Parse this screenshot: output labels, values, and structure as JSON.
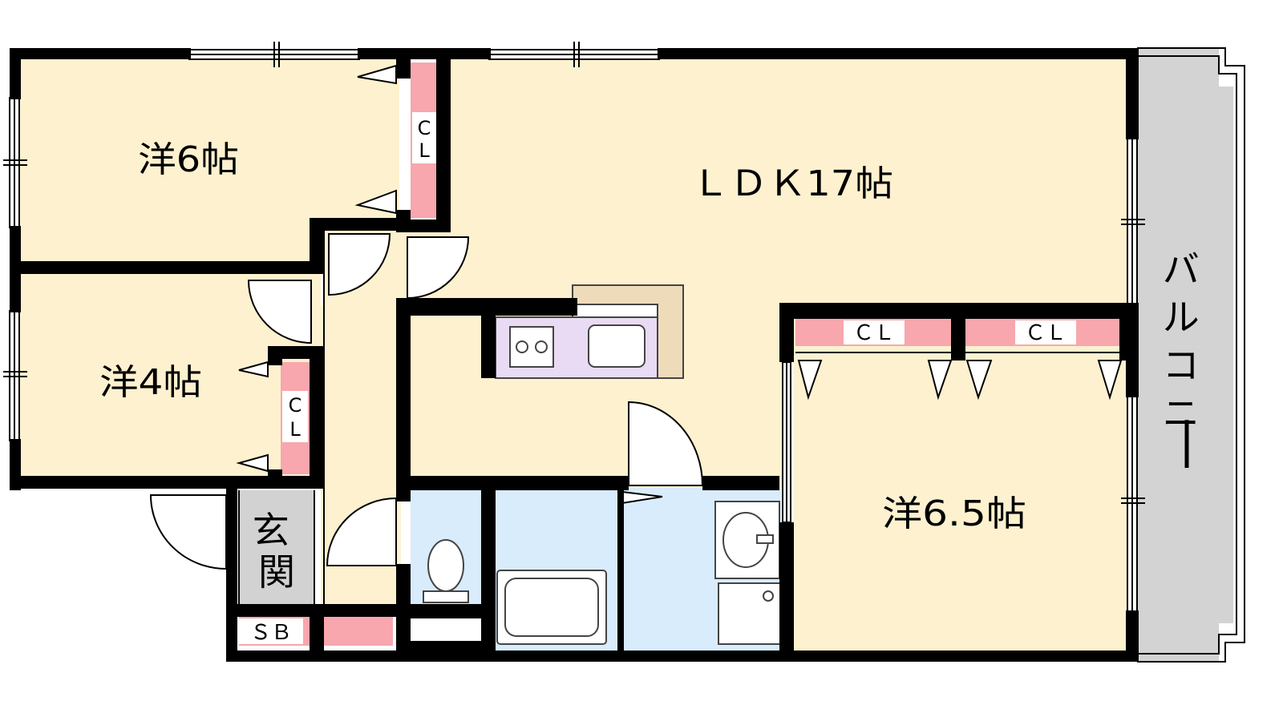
{
  "floorplan": {
    "rooms": {
      "western_6": "洋6帖",
      "ldk_17": "ＬＤＫ17帖",
      "western_4": "洋4帖",
      "western_6_5": "洋6.5帖",
      "entrance": "玄関",
      "balcony": "バルコニー"
    },
    "closets": {
      "cl_6": [
        "C",
        "L"
      ],
      "cl_4": [
        "C",
        "L"
      ],
      "cl_65_left": "ＣＬ",
      "cl_65_right": "ＣＬ",
      "shoe_box": "ＳＢ"
    }
  },
  "colors": {
    "wall": "#000000",
    "room_floor": "#fdf1cf",
    "wet_area": "#d9ecfb",
    "closet": "#f7a7ad",
    "kitchen": "#e8dbf3",
    "counter": "#eedbb9",
    "entrance": "#d2d2d2",
    "balcony": "#d3d3d3"
  }
}
